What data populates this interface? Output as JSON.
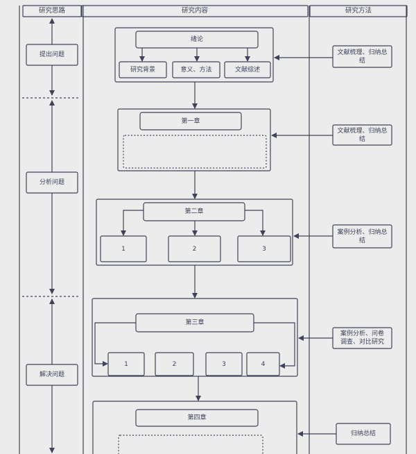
{
  "columns": {
    "left": "研究思路",
    "middle": "研究内容",
    "right": "研究方法"
  },
  "phases": [
    "提出问题",
    "分析问题",
    "解决问题"
  ],
  "intro": {
    "title": "绪论",
    "items": [
      "研究背景",
      "意义、方法",
      "文献综述"
    ]
  },
  "chapter1": {
    "title": "第一章"
  },
  "chapter2": {
    "title": "第二章",
    "items": [
      "1",
      "2",
      "3"
    ]
  },
  "chapter3": {
    "title": "第三章",
    "items": [
      "1",
      "2",
      "3",
      "4"
    ]
  },
  "chapter4": {
    "title": "第四章"
  },
  "methods": [
    "文献梳理、归纳总\n结",
    "文献梳理、归纳总\n结",
    "案例分析、归纳总\n结",
    "案例分析、问卷\n调查、对比研究",
    "归纳总结"
  ],
  "colors": {
    "background": "#ececec",
    "line": "#3f4258",
    "text": "#3b3f57"
  }
}
